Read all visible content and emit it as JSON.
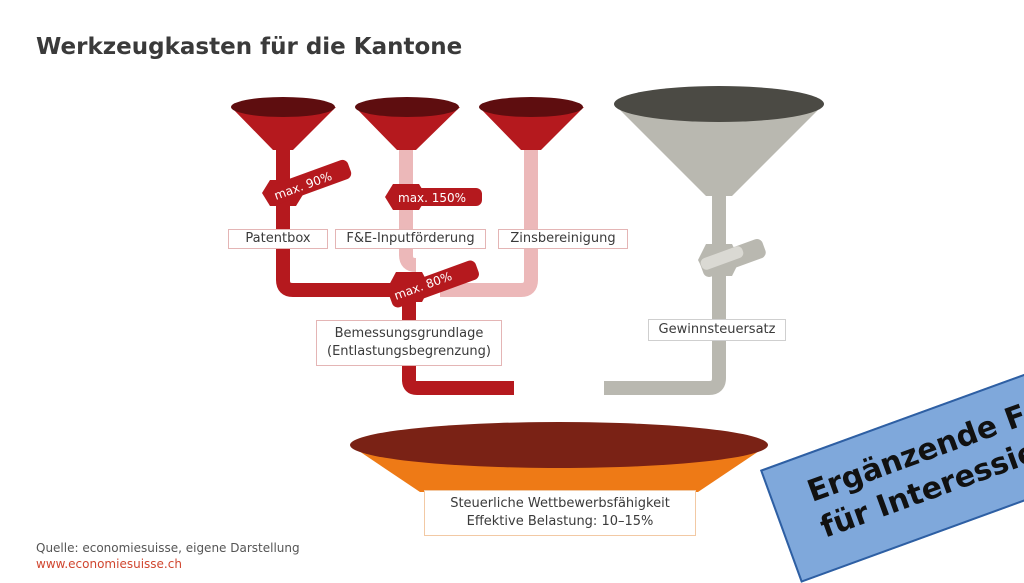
{
  "title": "Werkzeugkasten für die Kantone",
  "valves": {
    "patentbox": "max. 90%",
    "fue": "max. 150%",
    "merge": "max. 80%"
  },
  "labels": {
    "patentbox": "Patentbox",
    "fue": "F&E-Inputförderung",
    "zins": "Zinsbereinigung",
    "gewinnsteuer": "Gewinnsteuersatz",
    "bemessung_line1": "Bemessungsgrundlage",
    "bemessung_line2": "(Entlastungsbegrenzung)",
    "result_line1": "Steuerliche Wettbewerbsfähigkeit",
    "result_line2": "Effektive Belastung: 10–15%"
  },
  "footer": {
    "source": "Quelle: economiesuisse, eigene Darstellung",
    "url": "www.economiesuisse.ch"
  },
  "banner": {
    "line1": "Ergänzende Folie",
    "line2": "für Interessierte"
  },
  "colors": {
    "red": "#b5191e",
    "pink": "#ecb8b9",
    "grey": "#b9b8b0",
    "dark_grey": "#4b4a44",
    "orange": "#ee7a16",
    "brown": "#7a2215"
  }
}
